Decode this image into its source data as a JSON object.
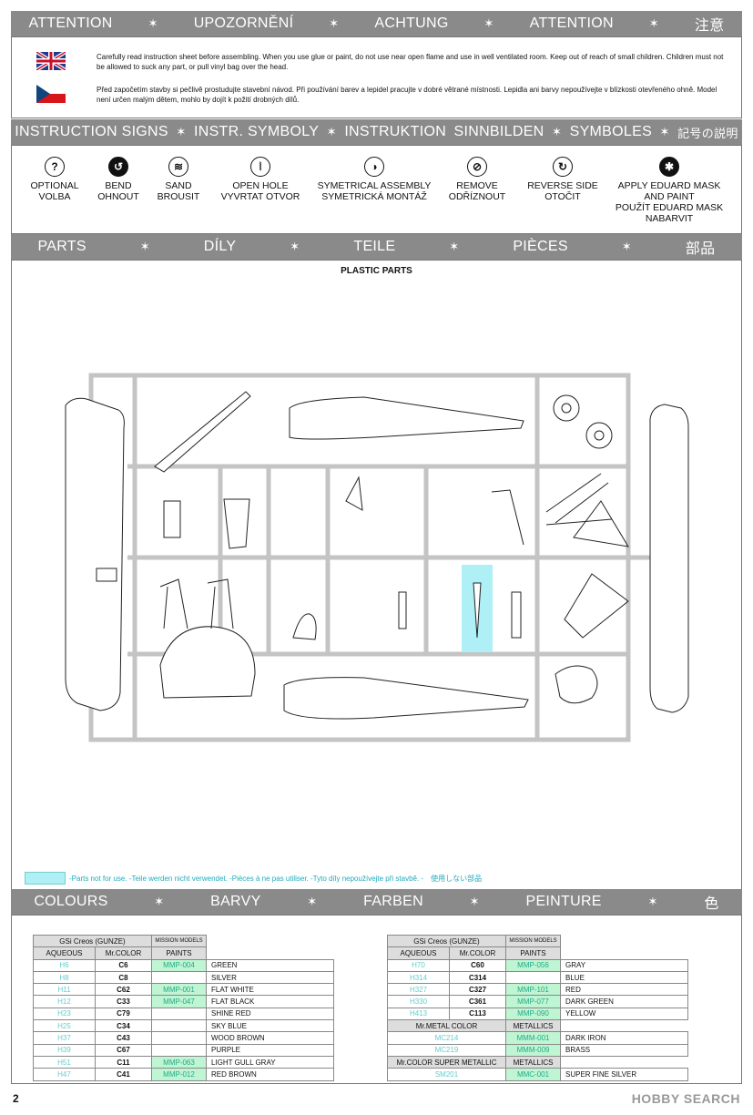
{
  "attention_bar": [
    "ATTENTION",
    "UPOZORNĚNÍ",
    "ACHTUNG",
    "ATTENTION",
    "注意"
  ],
  "warnings": {
    "en": "Carefully read instruction sheet before assembling. When you use glue or paint, do not use near open flame and use in well ventilated room. Keep out of reach of small children. Children must not be allowed to suck any part, or pull vinyl bag over the head.",
    "cz": "Před započetím stavby si pečlivě prostudujte stavební návod. Při používání barev a lepidel pracujte v dobré větrané místnosti. Lepidla ani barvy nepoužívejte v blízkosti otevřeného ohně. Model není určen malým dětem, mohlo by dojít k požití drobných dílů."
  },
  "signs_bar": [
    "INSTRUCTION SIGNS",
    "INSTR. SYMBOLY",
    "INSTRUKTION",
    "SINNBILDEN",
    "SYMBOLES",
    "記号の説明"
  ],
  "signs": [
    {
      "icon": "question-icon",
      "glyph": "?",
      "line1": "OPTIONAL",
      "line2": "VOLBA"
    },
    {
      "icon": "bend-icon",
      "glyph": "↺",
      "line1": "BEND",
      "line2": "OHNOUT"
    },
    {
      "icon": "sand-icon",
      "glyph": "≋",
      "line1": "SAND",
      "line2": "BROUSIT"
    },
    {
      "icon": "open-hole-icon",
      "glyph": "⦚",
      "line1": "OPEN HOLE",
      "line2": "VYVRTAT OTVOR"
    },
    {
      "icon": "symmetrical-icon",
      "glyph": "◑",
      "line1": "SYMETRICAL ASSEMBLY",
      "line2": "SYMETRICKÁ MONTÁŽ"
    },
    {
      "icon": "remove-icon",
      "glyph": "⊘",
      "line1": "REMOVE",
      "line2": "ODŘÍZNOUT"
    },
    {
      "icon": "reverse-icon",
      "glyph": "↻",
      "line1": "REVERSE SIDE",
      "line2": "OTOČIT"
    },
    {
      "icon": "mask-icon",
      "glyph": "✱",
      "line1": "APPLY EDUARD MASK",
      "line2": "AND PAINT",
      "line3": "POUŽÍT EDUARD MASK",
      "line4": "NABARVIT"
    }
  ],
  "parts_bar": [
    "PARTS",
    "DÍLY",
    "TEILE",
    "PIÈCES",
    "部品"
  ],
  "parts_title": "PLASTIC PARTS",
  "legend": "-Parts not for use. -Teile werden nicht verwendet. -Pièces à ne pas utiliser. -Tyto díly nepoužívejte při stavbě. -　使用しない部品",
  "colours_bar": [
    "COLOURS",
    "BARVY",
    "FARBEN",
    "PEINTURE",
    "色"
  ],
  "table_headers": {
    "gsi": "GSi Creos (GUNZE)",
    "mission": "MISSION MODELS",
    "aqueous": "AQUEOUS",
    "mrcolor": "Mr.COLOR",
    "paints": "PAINTS",
    "metal": "Mr.METAL COLOR",
    "metallics": "METALLICS",
    "supermetal": "Mr.COLOR SUPER METALLIC"
  },
  "left_colors": [
    {
      "aq": "H6",
      "mc": "C6",
      "mm": "MMP-004",
      "name": "GREEN"
    },
    {
      "aq": "H8",
      "mc": "C8",
      "mm": "",
      "name": "SILVER"
    },
    {
      "aq": "H11",
      "mc": "C62",
      "mm": "MMP-001",
      "name": "FLAT WHITE"
    },
    {
      "aq": "H12",
      "mc": "C33",
      "mm": "MMP-047",
      "name": "FLAT BLACK"
    },
    {
      "aq": "H23",
      "mc": "C79",
      "mm": "",
      "name": "SHINE RED"
    },
    {
      "aq": "H25",
      "mc": "C34",
      "mm": "",
      "name": "SKY BLUE"
    },
    {
      "aq": "H37",
      "mc": "C43",
      "mm": "",
      "name": "WOOD BROWN"
    },
    {
      "aq": "H39",
      "mc": "C67",
      "mm": "",
      "name": "PURPLE"
    },
    {
      "aq": "H51",
      "mc": "C11",
      "mm": "MMP-063",
      "name": "LIGHT GULL GRAY"
    },
    {
      "aq": "H47",
      "mc": "C41",
      "mm": "MMP-012",
      "name": "RED BROWN"
    }
  ],
  "right_colors": [
    {
      "aq": "H70",
      "mc": "C60",
      "mm": "MMP-056",
      "name": "GRAY"
    },
    {
      "aq": "H314",
      "mc": "C314",
      "mm": "",
      "name": "BLUE"
    },
    {
      "aq": "H327",
      "mc": "C327",
      "mm": "MMP-101",
      "name": "RED"
    },
    {
      "aq": "H330",
      "mc": "C361",
      "mm": "MMP-077",
      "name": "DARK GREEN"
    },
    {
      "aq": "H413",
      "mc": "C113",
      "mm": "MMP-090",
      "name": "YELLOW"
    }
  ],
  "metal_colors": [
    {
      "mc": "MC214",
      "mm": "MMM-001",
      "name": "DARK IRON"
    },
    {
      "mc": "MC219",
      "mm": "MMM-009",
      "name": "BRASS"
    }
  ],
  "super_metal": [
    {
      "mc": "SM201",
      "mm": "MMC-001",
      "name": "SUPER FINE SILVER"
    }
  ],
  "page_number": "2",
  "watermark": "HOBBY SEARCH"
}
